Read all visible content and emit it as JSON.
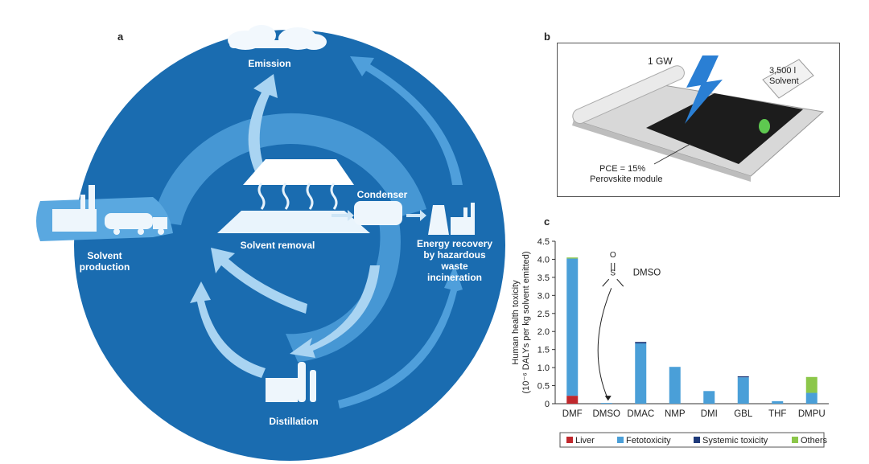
{
  "panels": {
    "a": "a",
    "b": "b",
    "c": "c"
  },
  "cycle": {
    "emission": "Emission",
    "condenser": "Condenser",
    "solvent_removal": "Solvent removal",
    "solvent_production": [
      "Solvent",
      "production"
    ],
    "energy_recovery": [
      "Energy recovery",
      "by hazardous",
      "waste",
      "incineration"
    ],
    "distillation": "Distillation"
  },
  "module": {
    "power": "1 GW",
    "solvent": [
      "3,500 l",
      "Solvent"
    ],
    "pce": "PCE = 15%",
    "module_label": "Perovskite module"
  },
  "colors": {
    "circle": "#1a6cb0",
    "ring": "#4f9fdb",
    "arrow_light": "#a9d4f2",
    "liver": "#c0282d",
    "fetotoxicity": "#4a9fd8",
    "systemic": "#1f3a7a",
    "others": "#8cc74a"
  },
  "chart_data": {
    "type": "bar",
    "stacked": true,
    "categories": [
      "DMF",
      "DMSO",
      "DMAC",
      "NMP",
      "DMI",
      "GBL",
      "THF",
      "DMPU"
    ],
    "series": [
      {
        "name": "Liver",
        "values": [
          0.22,
          0,
          0,
          0,
          0,
          0,
          0,
          0
        ]
      },
      {
        "name": "Fetotoxicity",
        "values": [
          3.8,
          0.02,
          1.67,
          1.02,
          0.35,
          0.73,
          0.07,
          0.3
        ]
      },
      {
        "name": "Systemic toxicity",
        "values": [
          0,
          0,
          0.04,
          0,
          0,
          0.03,
          0,
          0
        ]
      },
      {
        "name": "Others",
        "values": [
          0.03,
          0,
          0,
          0,
          0,
          0,
          0,
          0.44
        ]
      }
    ],
    "ylabel": "Human health toxicity",
    "ylabel2": "(10⁻⁶ DALYs per kg solvent emitted)",
    "ylim": [
      0,
      4.5
    ],
    "yticks": [
      "0",
      "0.5",
      "1.0",
      "1.5",
      "2.0",
      "2.5",
      "3.0",
      "3.5",
      "4.0",
      "4.5"
    ],
    "annotation": "DMSO",
    "annotation_atom": "O",
    "annotation_atom2": "S",
    "legend": "bottom"
  }
}
